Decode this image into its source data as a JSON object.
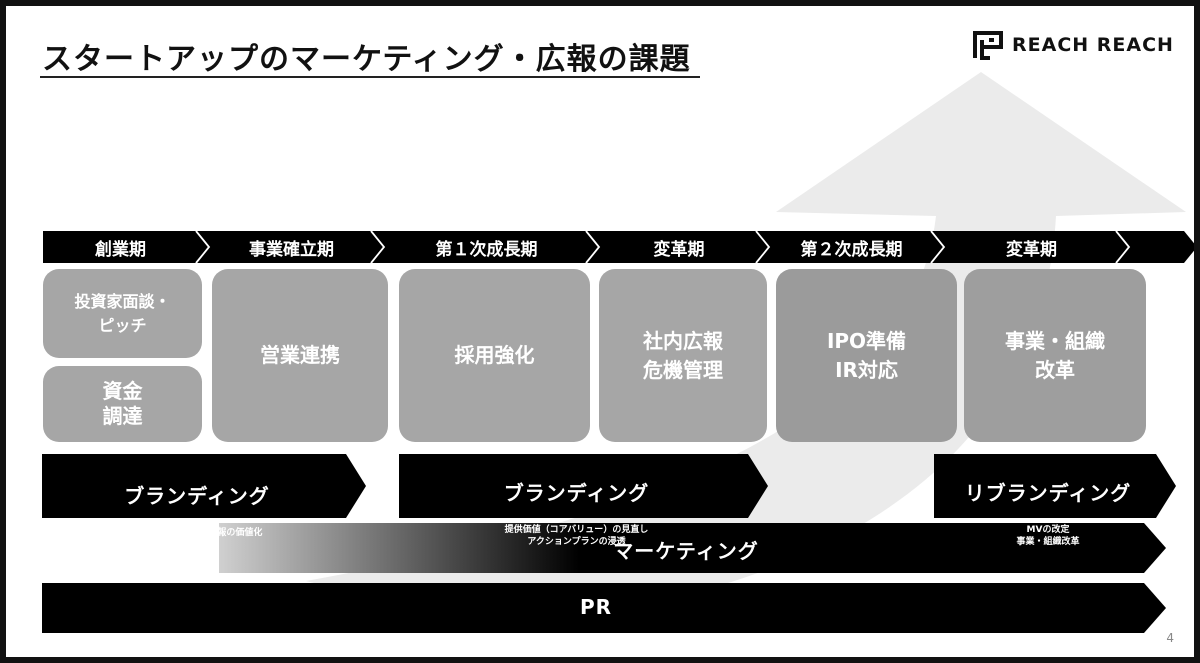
{
  "title": "スタートアップのマーケティング・広報の課題",
  "logo": {
    "text": "REACH REACH"
  },
  "phases": [
    "創業期",
    "事業確立期",
    "第１次成長期",
    "変革期",
    "第２次成長期",
    "変革期"
  ],
  "boxes": {
    "b1a": "投資家面談・\nピッチ",
    "b1b": "資金\n調達",
    "b2": "営業連携",
    "b3": "採用強化",
    "b4": "社内広報\n危機管理",
    "b5": "IPO準備\nIR対応",
    "b6": "事業・組織\n改革"
  },
  "branding1": {
    "title": "ブランディング",
    "sub": "M.V.Vの開発/発信情報の価値化"
  },
  "branding2": {
    "title": "ブランディング",
    "sub": "提供価値（コアバリュー）の見直し\nアクションプランの浸透"
  },
  "rebranding": {
    "title": "リブランディング",
    "sub": "MVの改定\n事業・組織改革"
  },
  "marketing": "マーケティング",
  "pr": "PR",
  "page_number": "4"
}
